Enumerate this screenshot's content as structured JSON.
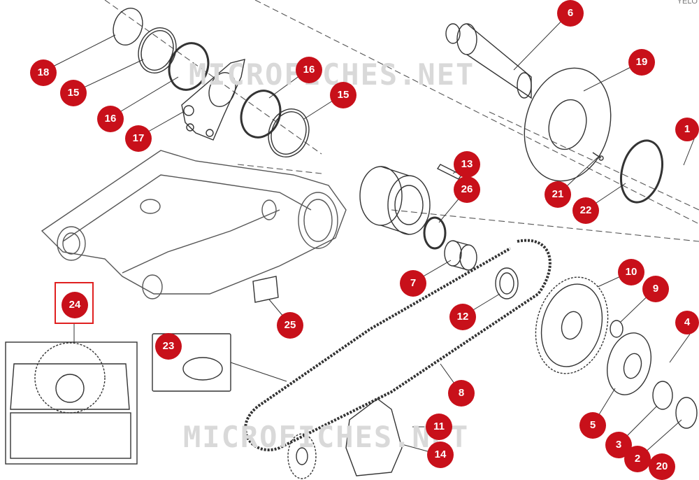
{
  "watermark": "MICROFICHES.NET",
  "corner_text": "YELO",
  "accent_color": "#c8101a",
  "labels": {
    "l6": "6",
    "l18": "18",
    "l15a": "15",
    "l16a": "16",
    "l17": "17",
    "l16b": "16",
    "l15b": "15",
    "l19": "19",
    "l13": "13",
    "l26": "26",
    "l21": "21",
    "l22": "22",
    "l7": "7",
    "l24": "24",
    "l25": "25",
    "l12": "12",
    "l10": "10",
    "l9": "9",
    "l23": "23",
    "l8": "8",
    "l11": "11",
    "l14": "14",
    "l5": "5",
    "l3": "3",
    "l2": "2",
    "l20": "20",
    "l4": "4",
    "l1": "1"
  }
}
